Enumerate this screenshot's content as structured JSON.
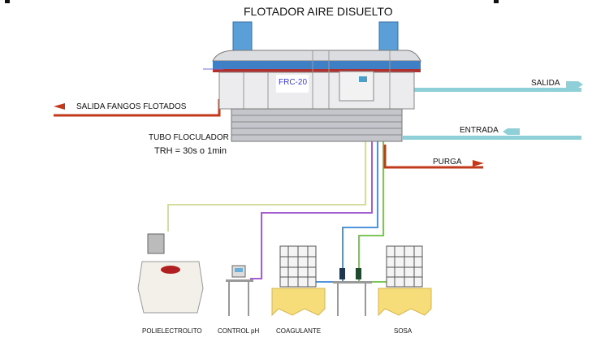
{
  "title": "FLOTADOR AIRE DISUELTO",
  "unit_label": "FRC-20",
  "flows": {
    "salida": "SALIDA",
    "entrada": "ENTRADA",
    "purga": "PURGA",
    "salida_fangos": "SALIDA FANGOS FLOTADOS"
  },
  "tubo": {
    "label": "TUBO FLOCULADOR",
    "trh": "TRH = 30s o 1min"
  },
  "equipment": [
    "POLIELECTROLITO",
    "CONTROL pH",
    "COAGULANTE",
    "SOSA"
  ],
  "colors": {
    "water": "#8ecfd8",
    "sludge": "#c0391b",
    "tank_blue": "#5a9fd8",
    "poly_line": "#d6dca0",
    "ph_line": "#a65fd0",
    "coag_line": "#4f93d8",
    "sosa_line": "#7cc65a",
    "bund": "#f7dc7a"
  }
}
